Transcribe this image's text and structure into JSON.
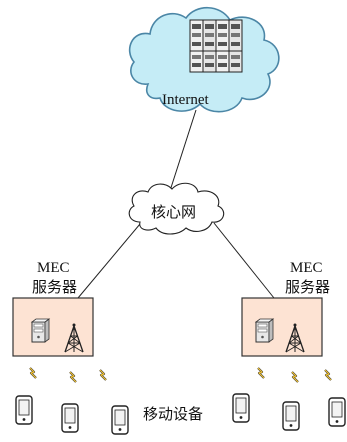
{
  "internet": {
    "label": "Internet"
  },
  "core_network": {
    "label": "核心网"
  },
  "mec_left": {
    "line1": "MEC",
    "line2": "服务器"
  },
  "mec_right": {
    "line1": "MEC",
    "line2": "服务器"
  },
  "mobile_devices": {
    "label": "移动设备"
  },
  "colors": {
    "cloud_fill": "#c5ecf6",
    "cloud_stroke": "#4b86a6",
    "server_box_fill": "#fde3d3",
    "server_box_stroke": "#333333",
    "lightning": "#f1c232",
    "lines": "#222222"
  }
}
